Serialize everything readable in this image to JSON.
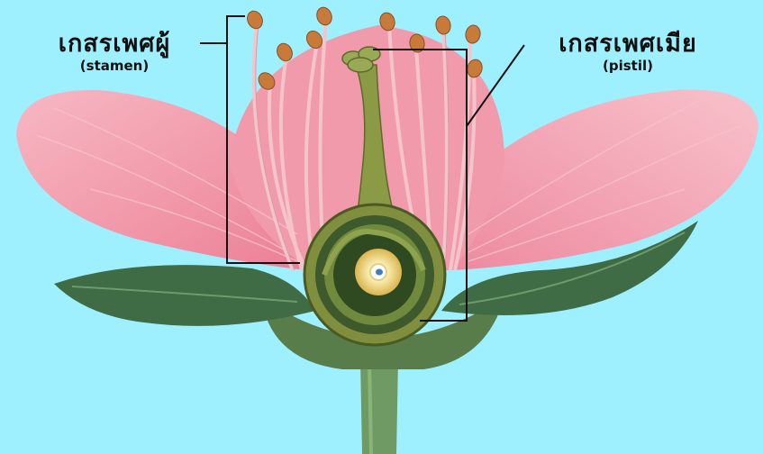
{
  "labels": {
    "stamen": {
      "thai": "เกสรเพศผู้",
      "english": "(stamen)"
    },
    "pistil": {
      "thai": "เกสรเพศเมีย",
      "english": "(pistil)"
    }
  },
  "colors": {
    "background": "#9ff0ff",
    "petal": "#f08fa2",
    "petal_light": "#f7b8c3",
    "sepal": "#3f6b45",
    "stem": "#6f9a63",
    "pistil": "#8a9a45",
    "ovary_inner": "#3e5a2c",
    "anther": "#c77a3a",
    "filament": "#f3c5cb",
    "ovule": "#f5e6a8",
    "bracket": "#111111"
  },
  "icons": [
    "flower-cross-section-illustration"
  ]
}
